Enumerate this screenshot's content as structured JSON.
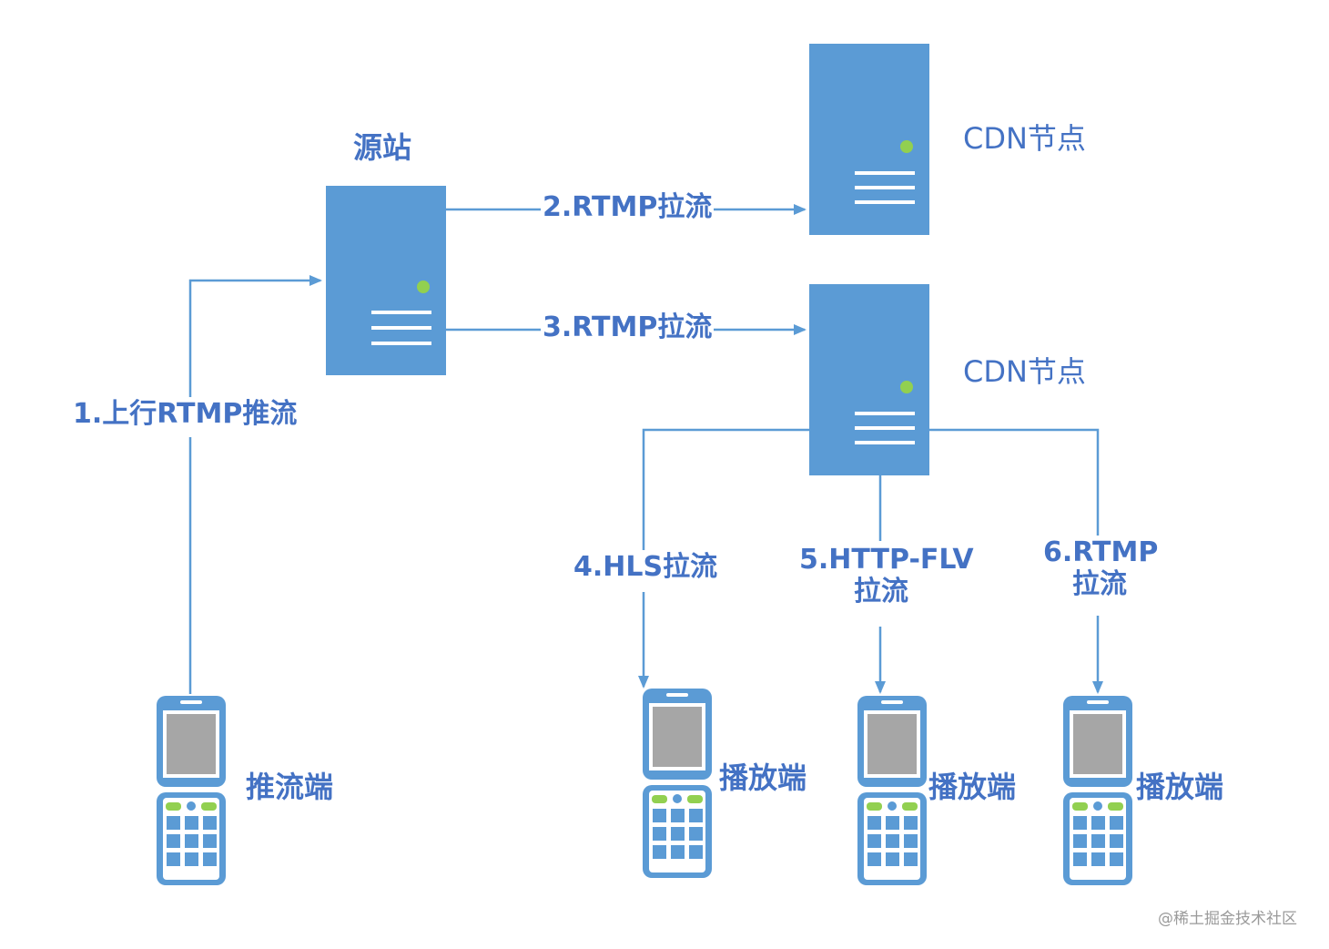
{
  "colors": {
    "server_fill": "#5b9bd5",
    "server_light": "#ffffff",
    "status_dot": "#92d050",
    "line": "#5b9bd5",
    "label_text": "#4472c4",
    "phone_body": "#5b9bd5",
    "phone_screen": "#a6a6a6"
  },
  "icons": {
    "server": "server-icon",
    "phone": "mobile-phone-icon"
  },
  "labels": {
    "origin": "源站",
    "cdn_top": "CDN节点",
    "cdn_mid": "CDN节点",
    "step1": "1.上行RTMP推流",
    "step2": "2.RTMP拉流",
    "step3": "3.RTMP拉流",
    "step4": "4.HLS拉流",
    "step5_line1": "5.HTTP-FLV",
    "step5_line2": "拉流",
    "step6_line1": "6.RTMP",
    "step6_line2": "拉流",
    "pusher": "推流端",
    "player1": "播放端",
    "player2": "播放端",
    "player3": "播放端"
  },
  "watermark": "@稀土掘金技术社区"
}
